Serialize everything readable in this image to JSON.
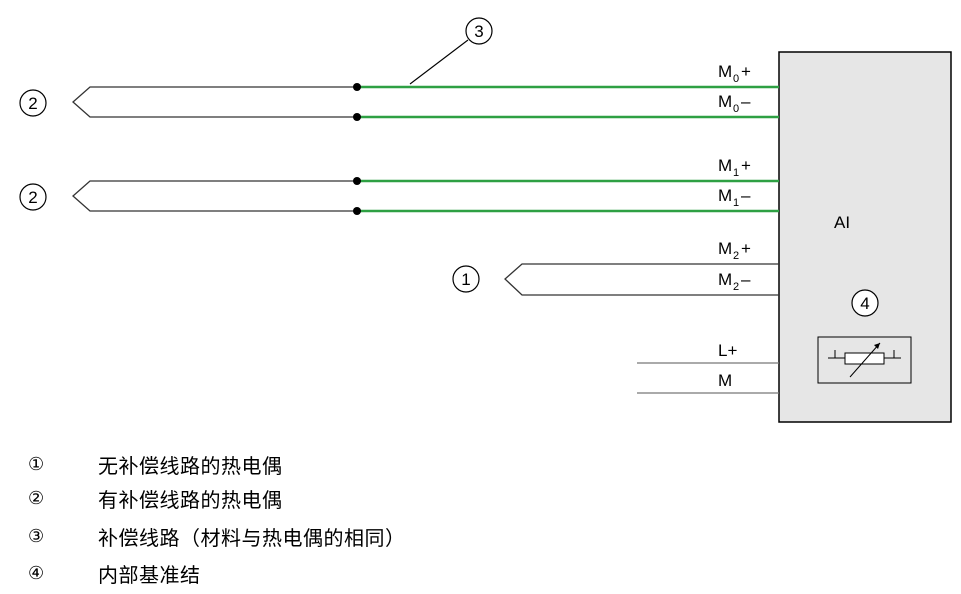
{
  "module": {
    "label": "AI"
  },
  "terminals": [
    {
      "main": "M",
      "sub": "0",
      "sign": "+"
    },
    {
      "main": "M",
      "sub": "0",
      "sign": "–"
    },
    {
      "main": "M",
      "sub": "1",
      "sign": "+"
    },
    {
      "main": "M",
      "sub": "1",
      "sign": "–"
    },
    {
      "main": "M",
      "sub": "2",
      "sign": "+"
    },
    {
      "main": "M",
      "sub": "2",
      "sign": "–"
    },
    {
      "main": "L+",
      "sub": "",
      "sign": ""
    },
    {
      "main": "M",
      "sub": "",
      "sign": ""
    }
  ],
  "callouts": {
    "thermocouple_with_comp_1": "2",
    "thermocouple_with_comp_2": "2",
    "thermocouple_without_comp": "1",
    "comp_line": "3",
    "internal_ref": "4"
  },
  "legend": [
    {
      "num": "①",
      "text": "无补偿线路的热电偶"
    },
    {
      "num": "②",
      "text": "有补偿线路的热电偶"
    },
    {
      "num": "③",
      "text": "补偿线路（材料与热电偶的相同）"
    },
    {
      "num": "④",
      "text": "内部基准结"
    }
  ],
  "colors": {
    "comp_wire": "#2ea043",
    "module_fill": "#e6e6e6",
    "wire": "#333333"
  }
}
